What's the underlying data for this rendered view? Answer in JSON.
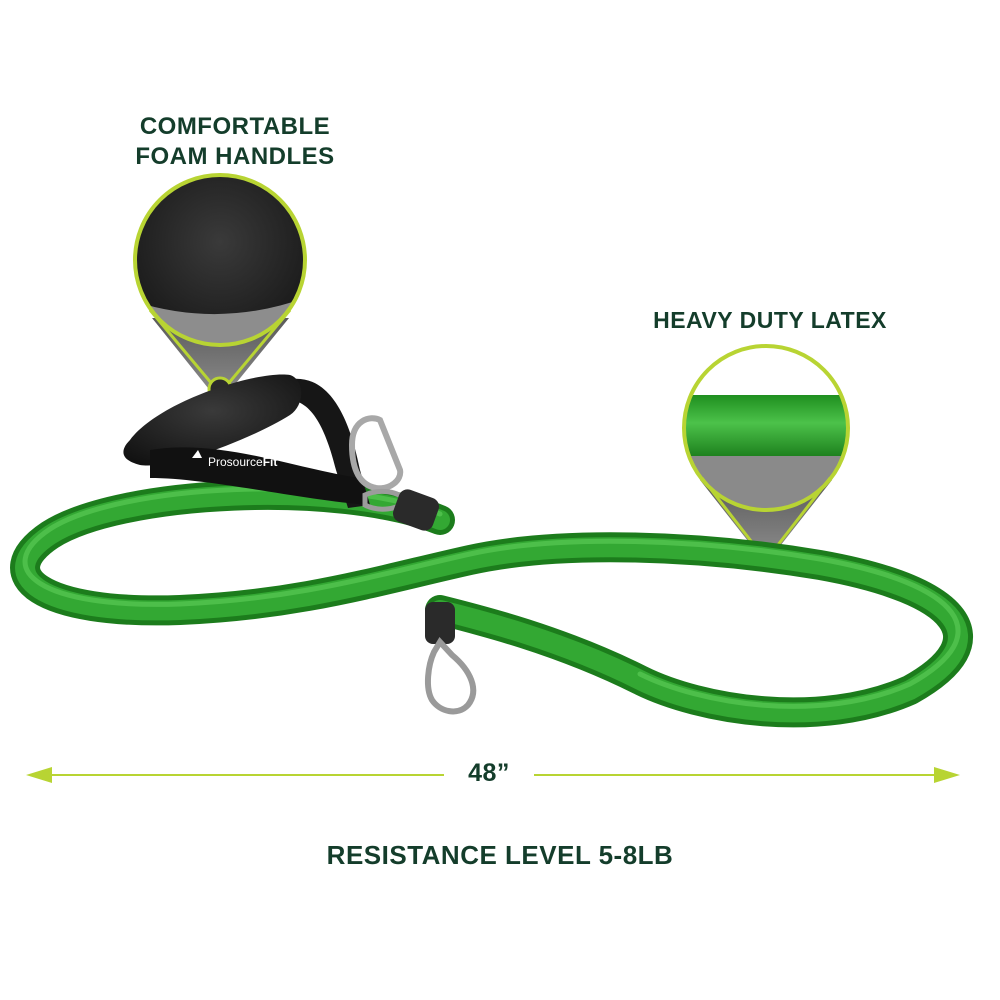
{
  "callouts": {
    "foam_line1": "COMFORTABLE",
    "foam_line2": "FOAM HANDLES",
    "latex": "HEAVY DUTY LATEX"
  },
  "measurement": {
    "length": "48”"
  },
  "resistance": "RESISTANCE LEVEL 5-8LB",
  "brand": {
    "prefix": "Prosource",
    "suffix": "Fit"
  },
  "colors": {
    "heading": "#143d2b",
    "accent_lime": "#b8d433",
    "tube_green": "#2a9e2a",
    "handle_black": "#1d1d1d"
  },
  "icons": [
    "double-arrow-icon",
    "magnifier-callout-icon",
    "carabiner-icon",
    "d-ring-icon"
  ]
}
